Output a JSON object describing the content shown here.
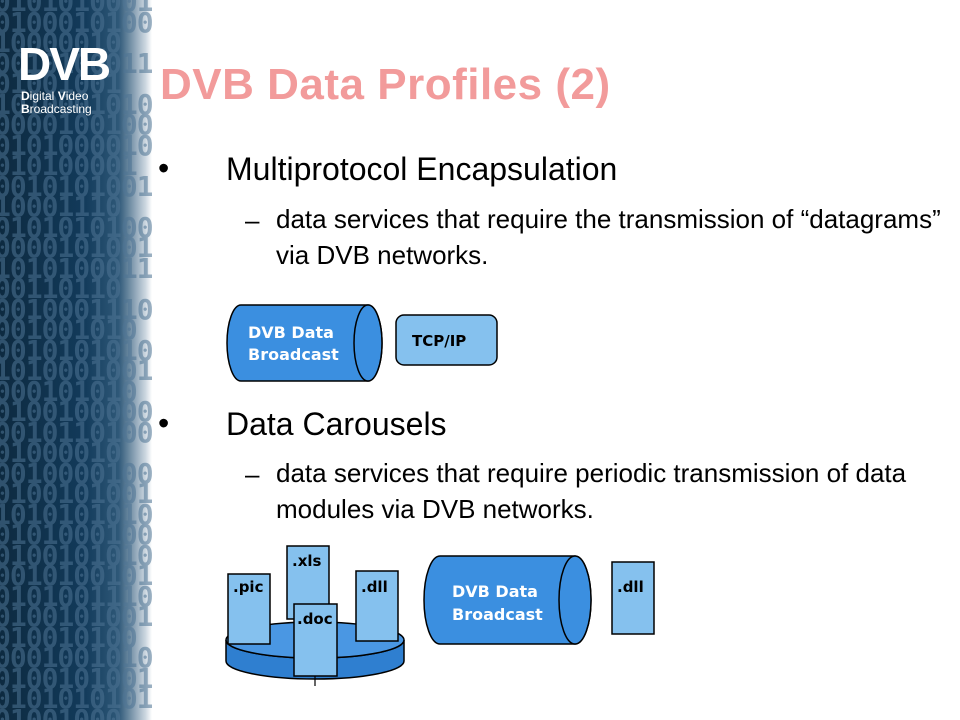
{
  "logo": {
    "mark": "DVB",
    "line1_initial": "D",
    "line1_rest": "igital ",
    "line1_initial2": "V",
    "line1_rest2": "ideo",
    "line2_initial": "B",
    "line2_rest": "roadcasting"
  },
  "title": "DVB Data Profiles (2)",
  "sections": [
    {
      "bullet": "•",
      "heading": "Multiprotocol Encapsulation",
      "dash": "–",
      "description": "data services that require the transmission of “datagrams” via DVB networks.",
      "diagram": {
        "cylinder_line1": "DVB Data",
        "cylinder_line2": "Broadcast",
        "box_label": "TCP/IP"
      }
    },
    {
      "bullet": "•",
      "heading": "Data Carousels",
      "dash": "–",
      "description": "data services that require periodic transmission of data modules via DVB networks.",
      "diagram": {
        "files": [
          ".pic",
          ".xls",
          ".doc",
          ".dll"
        ],
        "cylinder_line1": "DVB Data",
        "cylinder_line2": "Broadcast",
        "output_file": ".dll"
      }
    }
  ],
  "colors": {
    "title": "#f29b9b",
    "cylinder": "#3b8fe0",
    "box": "#85c1ee",
    "sidebar": "#123a5a"
  }
}
